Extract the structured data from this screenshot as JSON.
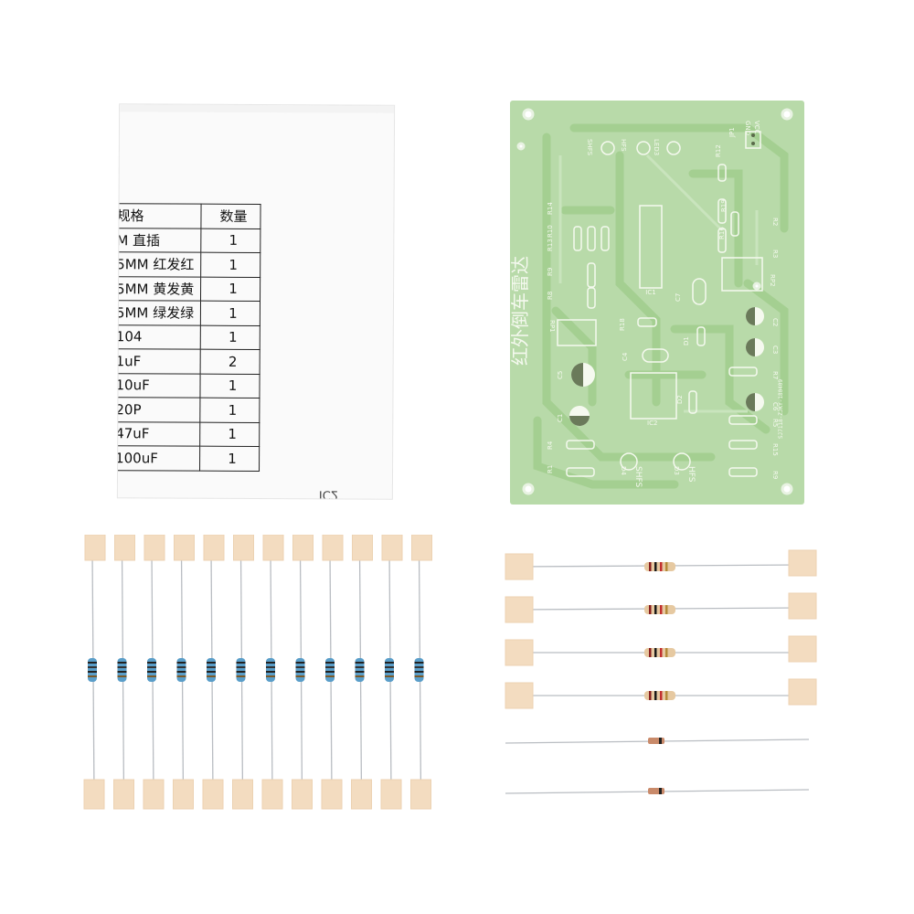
{
  "bom_table": {
    "headers": [
      "规格",
      "数量"
    ],
    "rows": [
      {
        "spec": "M 直插",
        "qty": "1"
      },
      {
        "spec": "5MM 红发红",
        "qty": "1"
      },
      {
        "spec": "5MM 黄发黄",
        "qty": "1"
      },
      {
        "spec": "5MM 绿发绿",
        "qty": "1"
      },
      {
        "spec": "104",
        "qty": "1"
      },
      {
        "spec": "1uF",
        "qty": "2"
      },
      {
        "spec": "10uF",
        "qty": "1"
      },
      {
        "spec": "20P",
        "qty": "1"
      },
      {
        "spec": "47uF",
        "qty": "1"
      },
      {
        "spec": "100uF",
        "qty": "1"
      }
    ],
    "footer_text": "IC2"
  },
  "pcb": {
    "title": "红外倒车雷达",
    "board_code": "SJ7118-ZJKY-180409",
    "connector_labels": [
      "GND",
      "VCC"
    ],
    "component_labels": [
      "JP1",
      "R12",
      "R13",
      "R14",
      "R10",
      "R9",
      "R8",
      "R19",
      "R16",
      "R2",
      "R3",
      "RP2",
      "RP1",
      "R18",
      "IC1",
      "C7",
      "D1",
      "C2",
      "C3",
      "C4",
      "C5",
      "R7",
      "C1",
      "D2",
      "IC2",
      "R5",
      "C6",
      "R4",
      "R1",
      "R15",
      "R9",
      "D4",
      "D3",
      "LED1",
      "LED2",
      "LED3",
      "HFS",
      "SHFS"
    ]
  },
  "colors": {
    "pcb_green": "#b5d9a6",
    "trace_green": "#9fcf8a",
    "silkscreen": "#f4f8ef",
    "resistor_blue": "#5a9ec9",
    "resistor_tan": "#e6c9a1",
    "tape": "#f3dcc0"
  },
  "parts": {
    "blue_resistors_count": 12,
    "horizontal_resistors_count": 4,
    "diodes_count": 2
  }
}
